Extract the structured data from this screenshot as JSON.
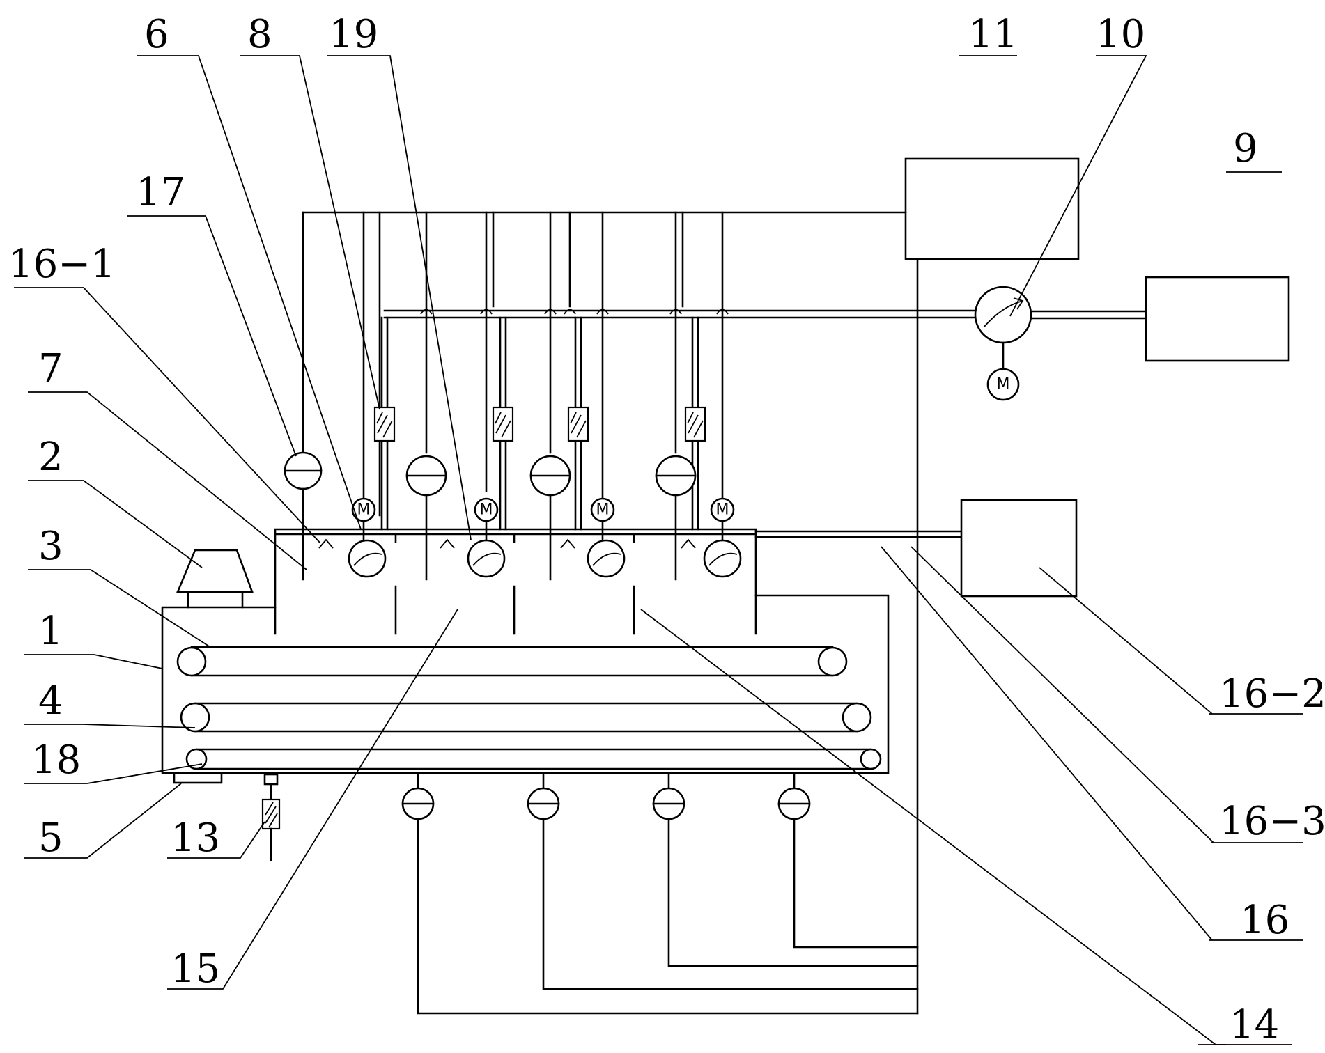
{
  "motor_symbol": "M",
  "labels": {
    "l6": "6",
    "l8": "8",
    "l19": "19",
    "l11": "11",
    "l10": "10",
    "l9": "9",
    "l17": "17",
    "l16_1": "16−1",
    "l7": "7",
    "l2": "2",
    "l3": "3",
    "l1": "1",
    "l4": "4",
    "l18": "18",
    "l5": "5",
    "l13": "13",
    "l15": "15",
    "l14": "14",
    "l16": "16",
    "l16_3": "16−3",
    "l16_2": "16−2"
  }
}
